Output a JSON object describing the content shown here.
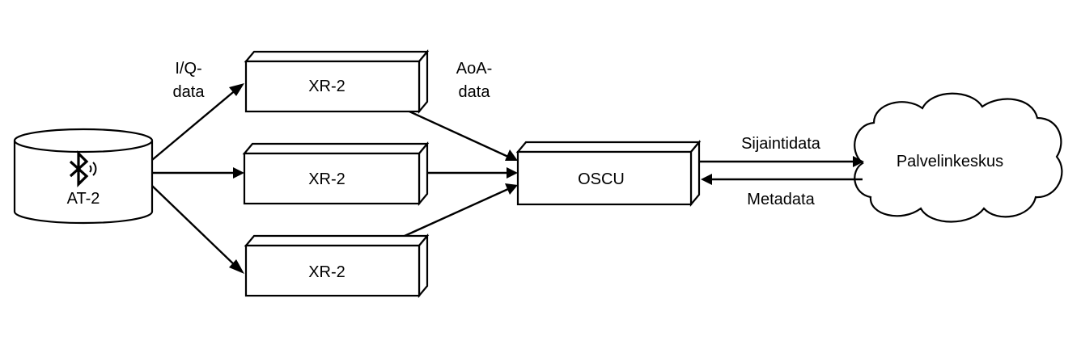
{
  "nodes": {
    "tag": {
      "label": "AT-2",
      "icon": "bluetooth-icon"
    },
    "receiver_top": {
      "label": "XR-2"
    },
    "receiver_mid": {
      "label": "XR-2"
    },
    "receiver_bottom": {
      "label": "XR-2"
    },
    "oscu": {
      "label": "OSCU"
    },
    "cloud": {
      "label": "Palvelinkeskus"
    }
  },
  "edges": {
    "iq_label_line1": "I/Q-",
    "iq_label_line2": "data",
    "aoa_label_line1": "AoA-",
    "aoa_label_line2": "data",
    "location_label": "Sijaintidata",
    "metadata_label": "Metadata"
  }
}
